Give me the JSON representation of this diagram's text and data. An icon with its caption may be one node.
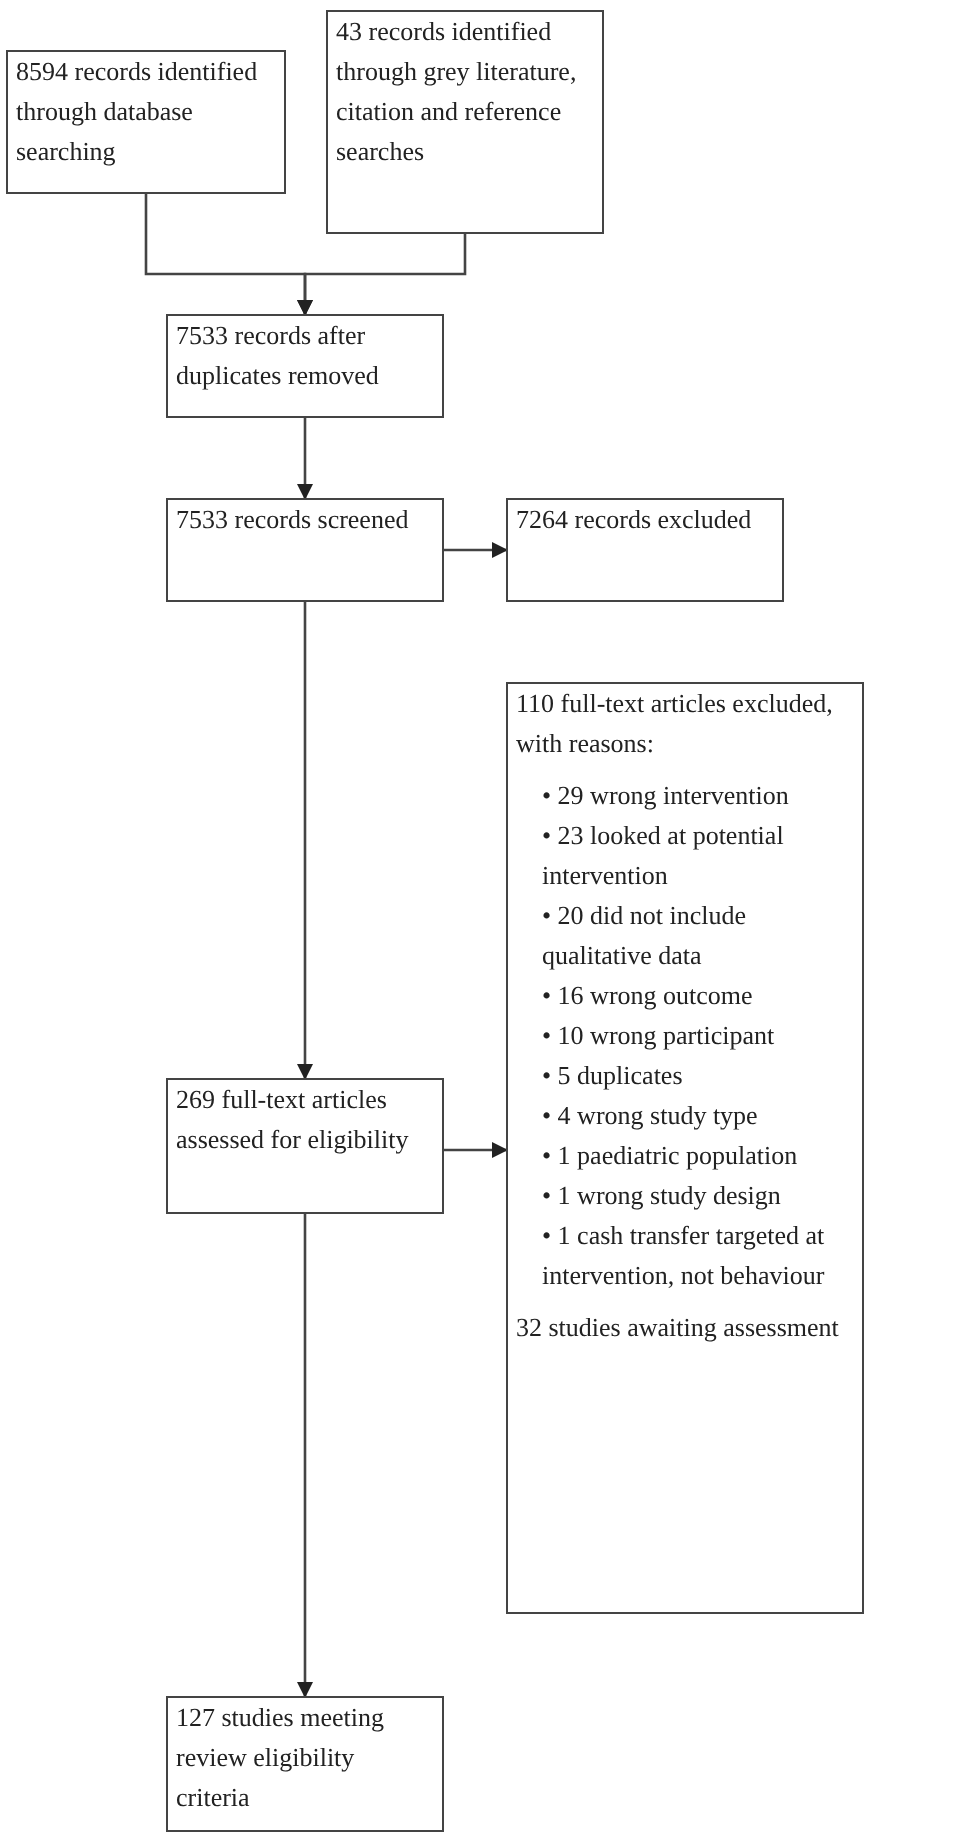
{
  "diagram": {
    "nodes": [
      {
        "text": [
          "8594 records identified through database searching"
        ]
      },
      {
        "text": [
          "43 records identified through grey literature, citation and reference searches"
        ]
      },
      {
        "text": [
          "7533 records after duplicates removed"
        ]
      },
      {
        "text": [
          "7533 records screened"
        ]
      },
      {
        "text": [
          "7264 records excluded"
        ]
      },
      {
        "text": [
          "110 full-text articles excluded, with reasons:",
          "• 29 wrong intervention",
          "• 23 looked at potential intervention",
          "• 20 did not include qualitative data",
          "• 16 wrong outcome",
          "• 10 wrong participant",
          "• 5 duplicates",
          "• 4 wrong study type",
          "• 1 paediatric population",
          "• 1 wrong study design",
          "• 1 cash transfer targeted at intervention, not behaviour",
          "32 studies awaiting assessment"
        ]
      },
      {
        "text": [
          "269 full-text articles assessed for eligibility"
        ]
      },
      {
        "text": [
          "127 studies meeting review eligibility criteria"
        ]
      }
    ],
    "edges": [
      {
        "from": 0,
        "to": 2,
        "arrow": "to"
      },
      {
        "from": 1,
        "to": 2,
        "arrow": "to"
      },
      {
        "from": 2,
        "to": 3,
        "arrow": "to"
      },
      {
        "from": 3,
        "to": 4,
        "arrow": "to"
      },
      {
        "from": 3,
        "to": 6,
        "arrow": "to"
      },
      {
        "from": 6,
        "to": 5,
        "arrow": "to"
      },
      {
        "from": 6,
        "to": 7,
        "arrow": "to"
      }
    ]
  }
}
